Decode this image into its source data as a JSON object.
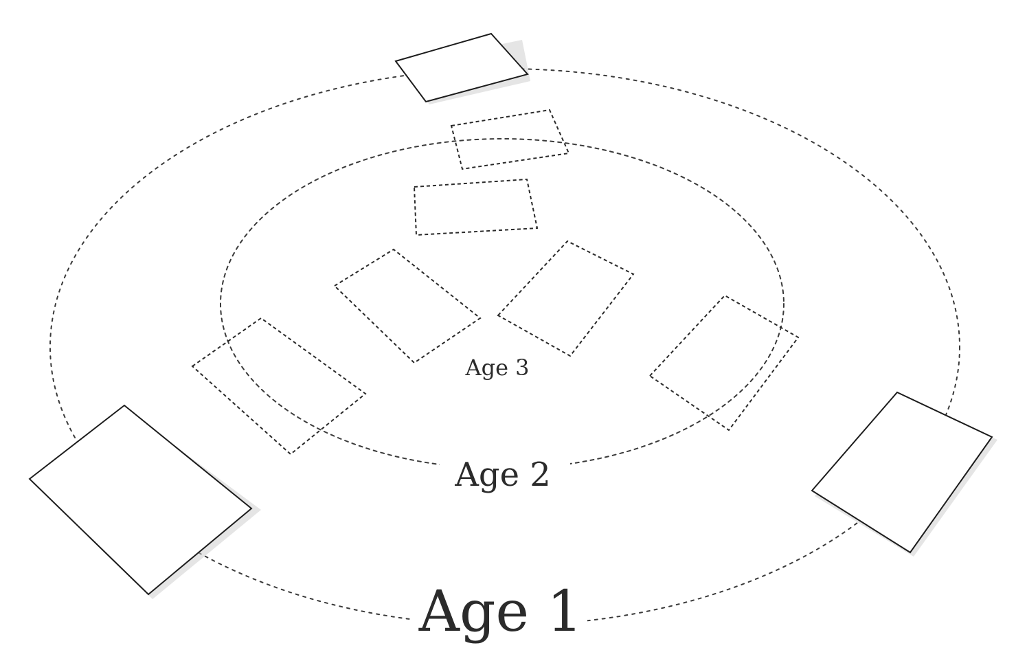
{
  "labels": {
    "age1": "Age 1",
    "age2": "Age 2",
    "age3": "Age 3"
  },
  "colors": {
    "background": "#ffffff",
    "ink": "#2b2b2b",
    "card_fill": "#ffffff",
    "shadow": "#cfcfcf"
  }
}
